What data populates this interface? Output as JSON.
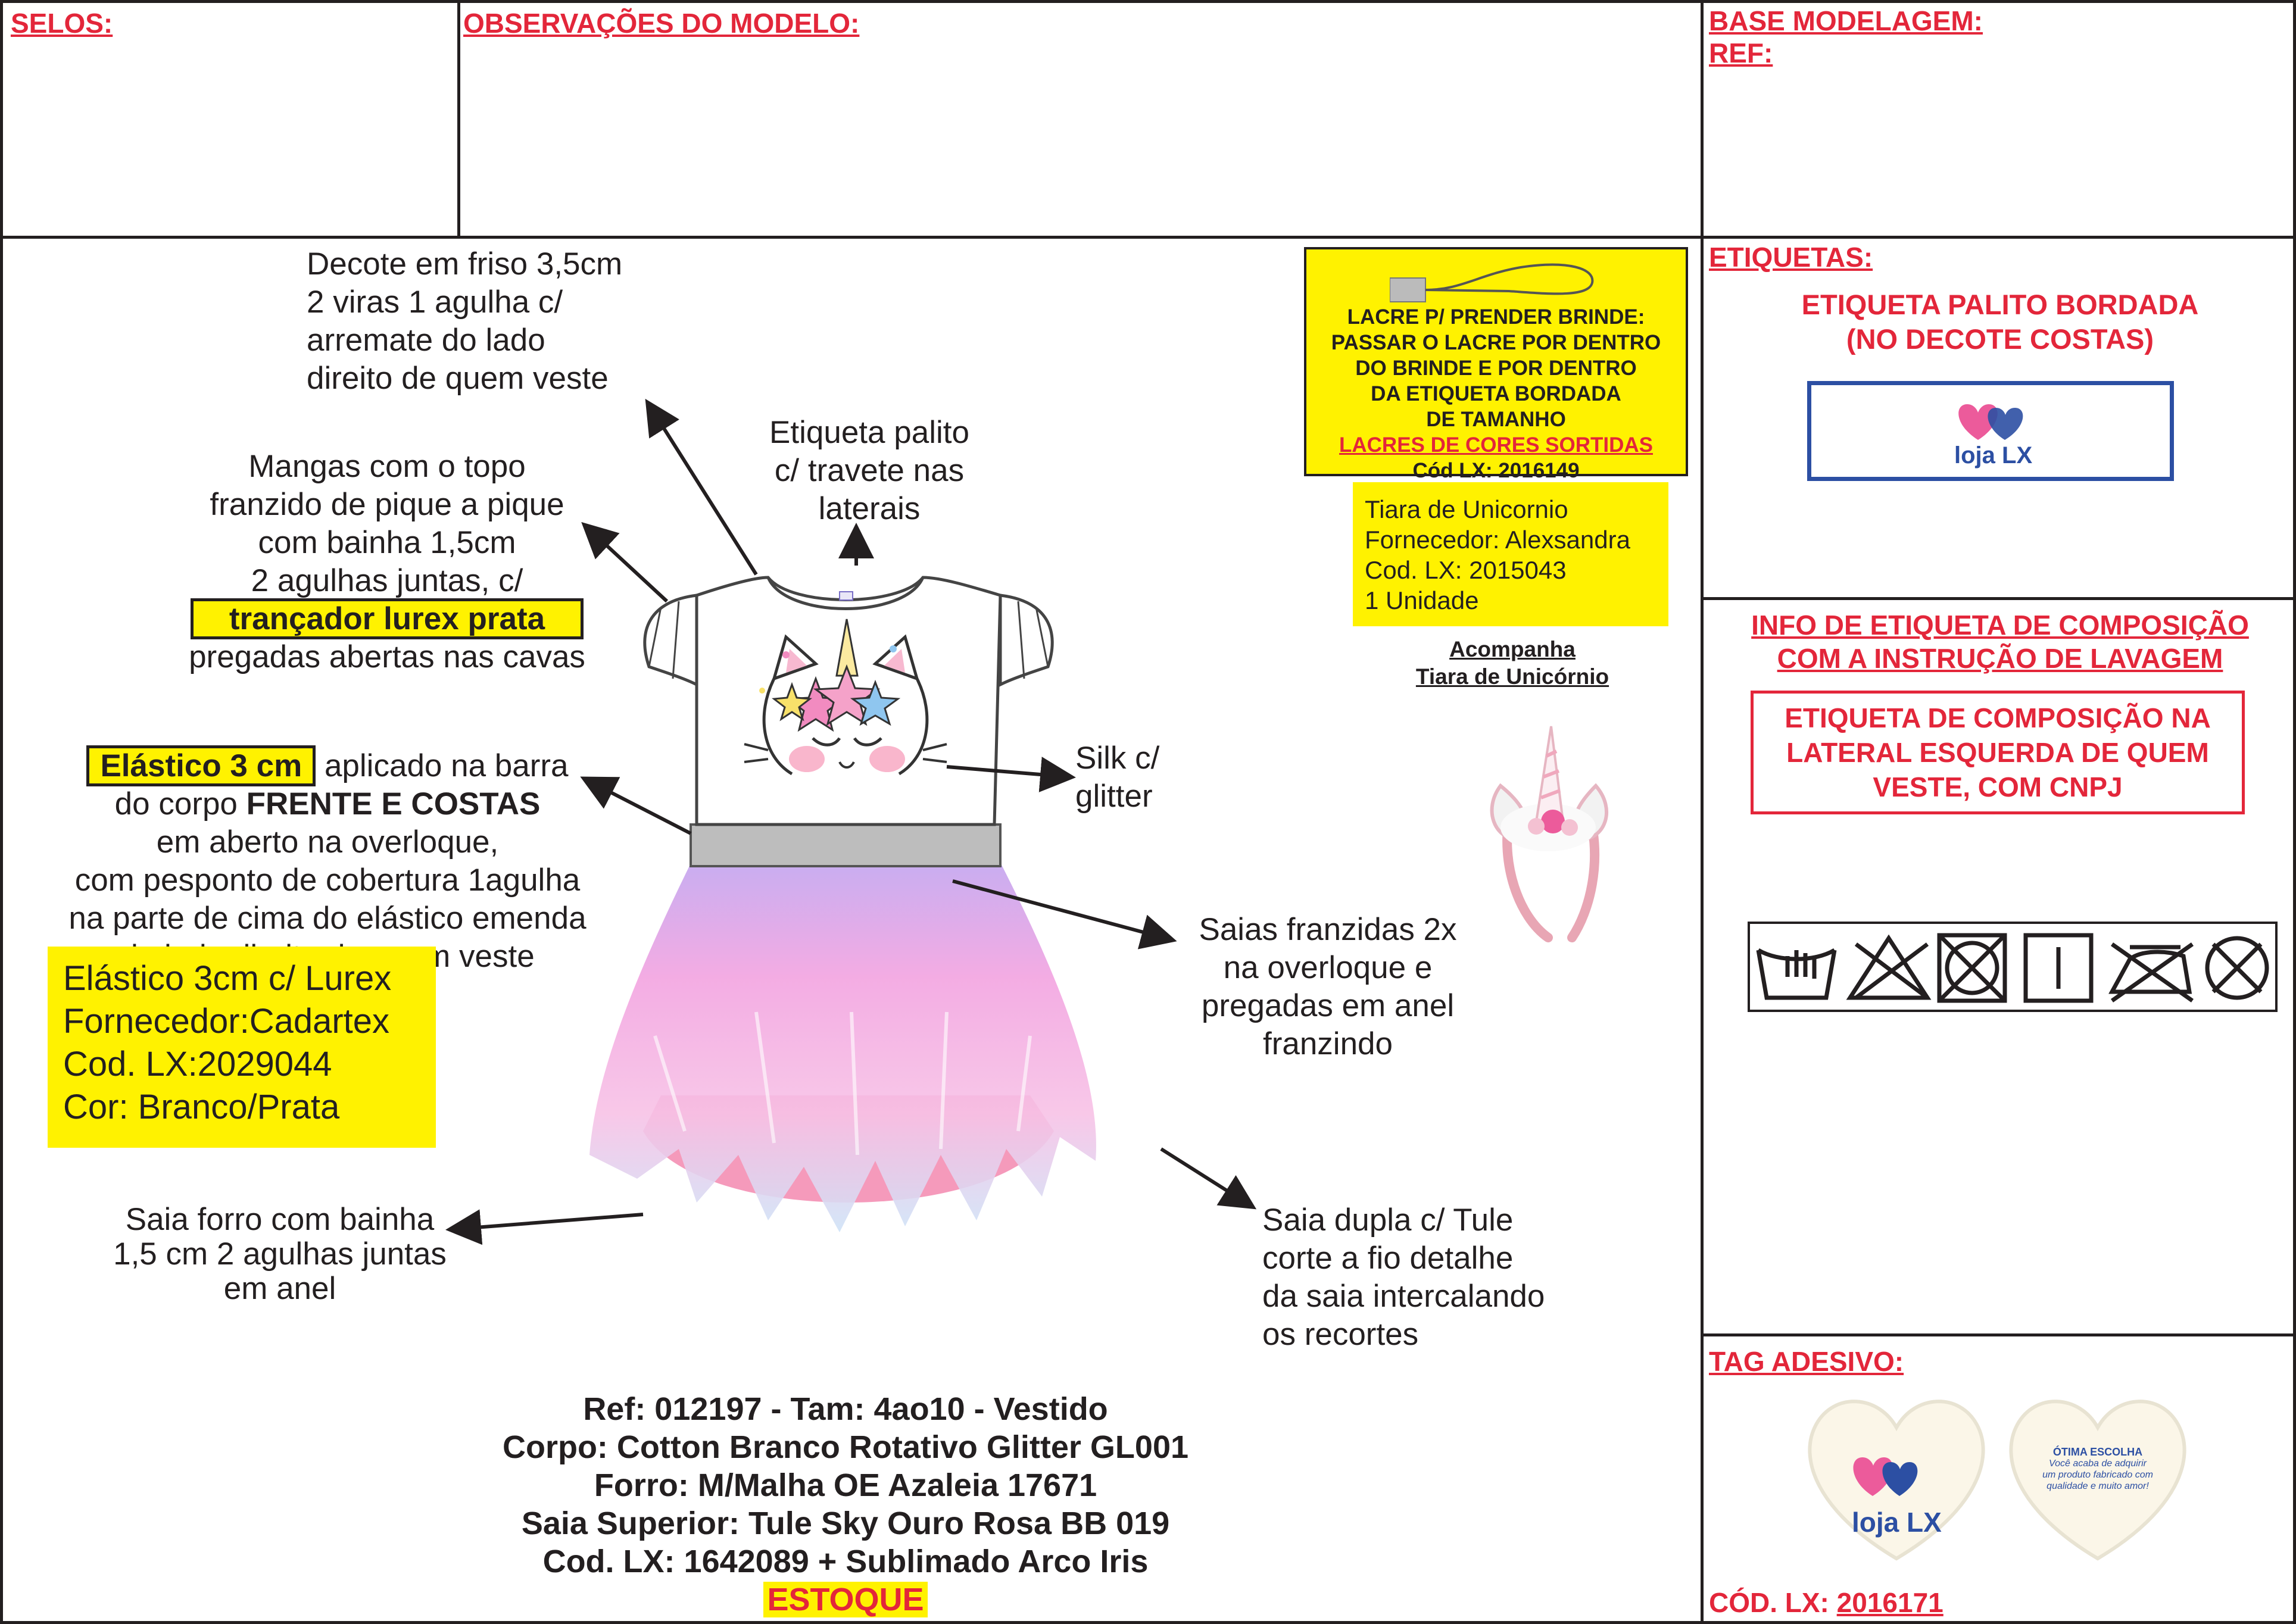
{
  "header": {
    "selos": "SELOS:",
    "observacoes": "OBSERVAÇÕES DO MODELO:",
    "base_modelagem": "BASE MODELAGEM:",
    "ref": "REF:"
  },
  "notes": {
    "decote": [
      "Decote em friso 3,5cm",
      "2 viras 1 agulha c/",
      "arremate do lado",
      "direito de quem veste"
    ],
    "mangas": [
      "Mangas com o topo",
      "franzido de pique a pique",
      "com bainha 1,5cm",
      "2 agulhas juntas, c/"
    ],
    "mangas_highlight": "trançador lurex prata",
    "mangas_end": "pregadas abertas nas cavas",
    "etiqueta_palito": [
      "Etiqueta palito",
      "c/ travete nas",
      "laterais"
    ],
    "elastico_highlight": "Elástico 3 cm",
    "elastico_rest": " aplicado na barra",
    "elastico_line2_a": "do corpo ",
    "elastico_line2_b": "FRENTE E COSTAS",
    "elastico_lines": [
      "em aberto na overloque,",
      "com pesponto de cobertura 1agulha",
      "na parte de cima do elástico emenda",
      "do lado direito de quem veste"
    ],
    "elastico_box": [
      "Elástico 3cm c/ Lurex",
      "Fornecedor:Cadartex",
      "Cod. LX:2029044",
      "Cor: Branco/Prata"
    ],
    "silk": [
      "Silk c/",
      "glitter"
    ],
    "saias_franzidas": [
      "Saias franzidas 2x",
      "na overloque e",
      "pregadas em anel",
      "franzindo"
    ],
    "saia_forro": [
      "Saia  forro com bainha",
      "1,5 cm 2 agulhas juntas",
      "em anel"
    ],
    "saia_dupla": [
      "Saia dupla c/ Tule",
      "corte a fio detalhe",
      "da saia intercalando",
      "os recortes"
    ]
  },
  "lacre": {
    "lines": [
      "LACRE P/ PRENDER BRINDE:",
      "PASSAR O LACRE POR DENTRO",
      "DO BRINDE E POR DENTRO",
      "DA ETIQUETA BORDADA",
      "DE TAMANHO"
    ],
    "red_line": " LACRES DE CORES SORTIDAS",
    "code": "Cód LX: 2016149"
  },
  "tiara": {
    "lines": [
      "Tiara de Unicornio",
      "Fornecedor: Alexsandra",
      "Cod. LX: 2015043",
      "1 Unidade"
    ],
    "acompanha": [
      "Acompanha ",
      "Tiara de Unicórnio"
    ]
  },
  "reference": {
    "lines": [
      "Ref: 012197 - Tam: 4ao10 - Vestido",
      "Corpo: Cotton Branco Rotativo Glitter GL001",
      "Forro: M/Malha OE Azaleia 17671",
      "Saia Superior: Tule Sky Ouro Rosa BB 019",
      " Cod. LX: 1642089 + Sublimado Arco Iris"
    ],
    "estoque": "ESTOQUE"
  },
  "etiquetas": {
    "title": "ETIQUETAS:",
    "palito": [
      "ETIQUETA PALITO BORDADA",
      "(NO DECOTE COSTAS)"
    ],
    "brand": "loja LX"
  },
  "composicao": {
    "title": [
      "INFO DE ETIQUETA DE COMPOSIÇÃO ",
      "COM A INSTRUÇÃO DE LAVAGEM"
    ],
    "box": [
      "ETIQUETA DE COMPOSIÇÃO NA",
      "LATERAL ESQUERDA DE QUEM",
      "VESTE, COM CNPJ"
    ],
    "care_icons": [
      "hand-wash-icon",
      "no-bleach-icon",
      "no-tumble-dry-icon",
      "line-dry-icon",
      "no-iron-icon",
      "no-dry-clean-icon"
    ]
  },
  "tag": {
    "title": "TAG ADESIVO:",
    "front_brand": "loja LX",
    "back_title": "ÓTIMA ESCOLHA",
    "back_text": [
      "Você acaba de adquirir",
      "um produto fabricado com",
      "qualidade e muito amor!"
    ],
    "code_label": "CÓD. LX: ",
    "code_value": "2016171"
  },
  "colors": {
    "red": "#e3263a",
    "yellow": "#fff200",
    "blue": "#2c4fa3",
    "pink": "#ec5b9b"
  }
}
